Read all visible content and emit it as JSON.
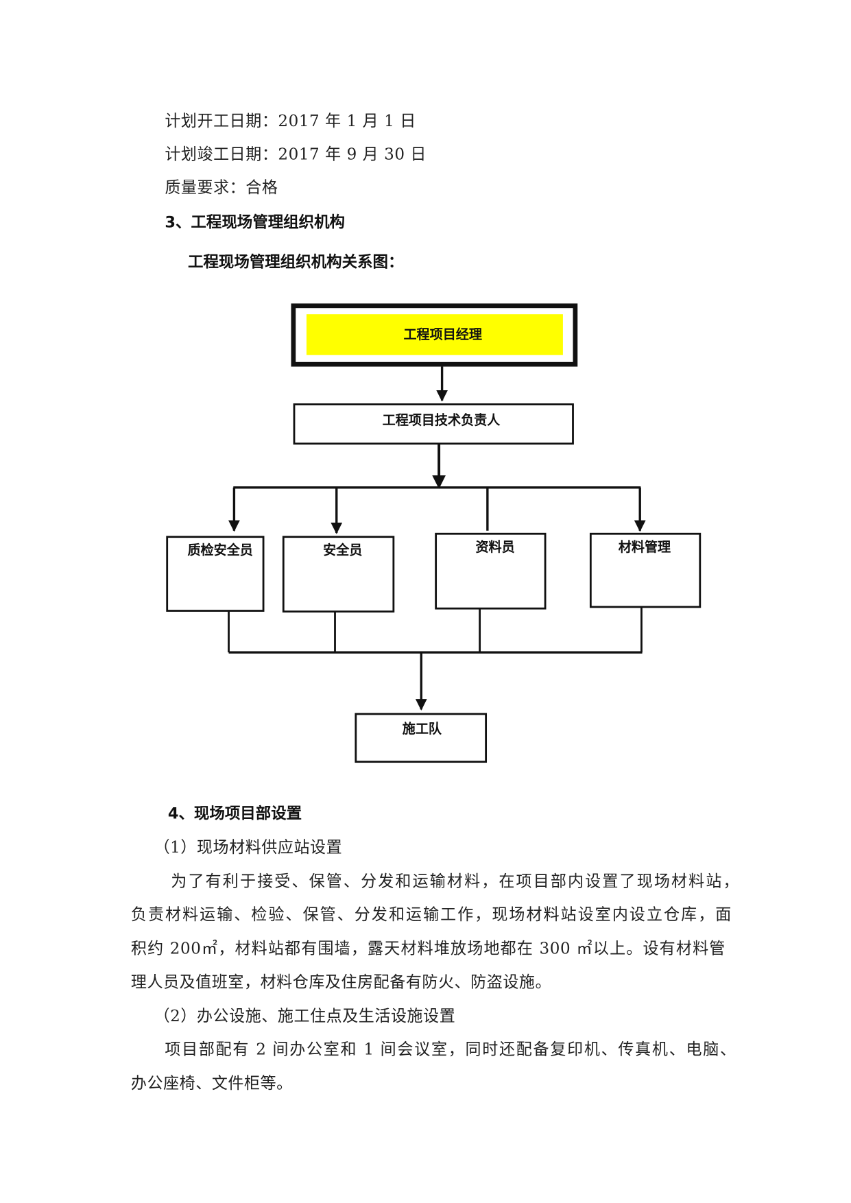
{
  "document": {
    "schedule": {
      "planned_start": "计划开工日期：2017 年 1 月 1  日",
      "planned_finish": "计划竣工日期：2017 年 9 月 30 日",
      "quality": "质量要求：合格"
    },
    "section_3": {
      "heading": "3、工程现场管理组织机构",
      "chart_title": "工程现场管理组织机构关系图："
    },
    "org_chart": {
      "project_manager": "工程项目经理",
      "technical_lead": "工程项目技术负责人",
      "roles": [
        "质检安全员",
        "安全员",
        "资料员",
        "材料管理"
      ],
      "crew": "施工队",
      "highlight_color": "#ffff00"
    },
    "section_4": {
      "heading": "4、现场项目部设置",
      "sub_1": "（1）现场材料供应站设置",
      "para_1_lines": [
        "为了有利于接受、保管、分发和运输材料，在项目部内设置了现场材料站，",
        "负责材料运输、检验、保管、分发和运输工作，现场材料站设室内设立仓库，面",
        "积约 200㎡，材料站都有围墙，露天材料堆放场地都在 300 ㎡以上。设有材料管",
        "理人员及值班室，材料仓库及住房配备有防火、防盗设施。"
      ],
      "sub_2": "（2）办公设施、施工住点及生活设施设置",
      "para_2_lines": [
        "项目部配有 2 间办公室和 1 间会议室，同时还配备复印机、传真机、电脑、",
        "办公座椅、文件柜等。"
      ]
    }
  }
}
